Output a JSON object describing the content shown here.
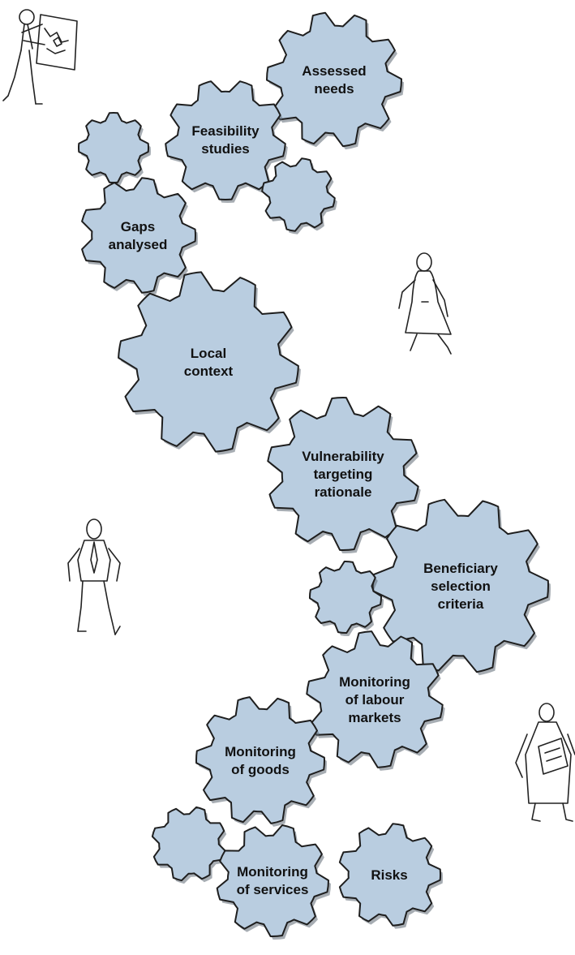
{
  "diagram": {
    "colors": {
      "gear_fill": "#b9cde0",
      "gear_outline": "#1e1e1e",
      "text": "#111111"
    },
    "gears": [
      {
        "id": "assessed-needs",
        "lines": [
          "Assessed",
          "needs"
        ]
      },
      {
        "id": "feasibility-studies",
        "lines": [
          "Feasibility",
          "studies"
        ]
      },
      {
        "id": "blank-top-left",
        "lines": []
      },
      {
        "id": "blank-top-right",
        "lines": []
      },
      {
        "id": "gaps-analysed",
        "lines": [
          "Gaps",
          "analysed"
        ]
      },
      {
        "id": "local-context",
        "lines": [
          "Local",
          "context"
        ]
      },
      {
        "id": "vulnerability-targeting-rationale",
        "lines": [
          "Vulnerability",
          "targeting",
          "rationale"
        ]
      },
      {
        "id": "beneficiary-selection-criteria",
        "lines": [
          "Beneficiary",
          "selection",
          "criteria"
        ]
      },
      {
        "id": "blank-middle",
        "lines": []
      },
      {
        "id": "monitoring-of-labour-markets",
        "lines": [
          "Monitoring",
          "of labour",
          "markets"
        ]
      },
      {
        "id": "monitoring-of-goods",
        "lines": [
          "Monitoring",
          "of goods"
        ]
      },
      {
        "id": "blank-bottom-left",
        "lines": []
      },
      {
        "id": "monitoring-of-services",
        "lines": [
          "Monitoring",
          "of services"
        ]
      },
      {
        "id": "risks",
        "lines": [
          "Risks"
        ]
      }
    ],
    "figures": [
      {
        "id": "person-reading-map"
      },
      {
        "id": "woman-walking"
      },
      {
        "id": "man-with-tie"
      },
      {
        "id": "person-holding-papers"
      }
    ]
  }
}
